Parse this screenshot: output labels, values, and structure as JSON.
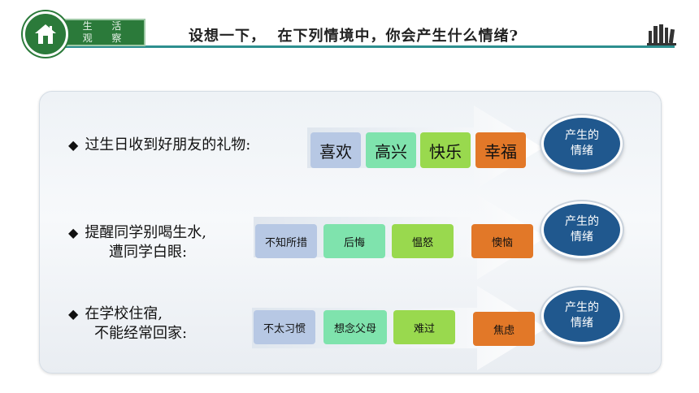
{
  "header": {
    "label": "生 活 观 察",
    "title": "设想一下，  在下列情境中，你会产生什么情绪?"
  },
  "icons": {
    "home": "home-icon",
    "books": "books-icon",
    "bullet": "diamond-icon"
  },
  "rows": [
    {
      "question_line1": "过生日收到好朋友的礼物:",
      "question_line2": "",
      "emotions": [
        "喜欢",
        "高兴",
        "快乐",
        "幸福"
      ],
      "result": "产生的情绪"
    },
    {
      "question_line1": "提醒同学别喝生水,",
      "question_line2": "遭同学白眼:",
      "emotions": [
        "不知所措",
        "后悔",
        "愠怒",
        "懊恼"
      ],
      "result": "产生的情绪"
    },
    {
      "question_line1": "在学校住宿,",
      "question_line2": "不能经常回家:",
      "emotions": [
        "不太习惯",
        "想念父母",
        "难过",
        "焦虑"
      ],
      "result": "产生的情绪"
    }
  ],
  "oval_lines": [
    "产生的",
    "情绪"
  ],
  "colors": {
    "header_green": "#2b7a3a",
    "line_teal": "#2c8f8f",
    "oval_blue": "#20588e",
    "blue_box": "#b7c8e4",
    "mint_box": "#7fe3ad",
    "green_box": "#99d94e",
    "orange_box": "#e27828"
  }
}
